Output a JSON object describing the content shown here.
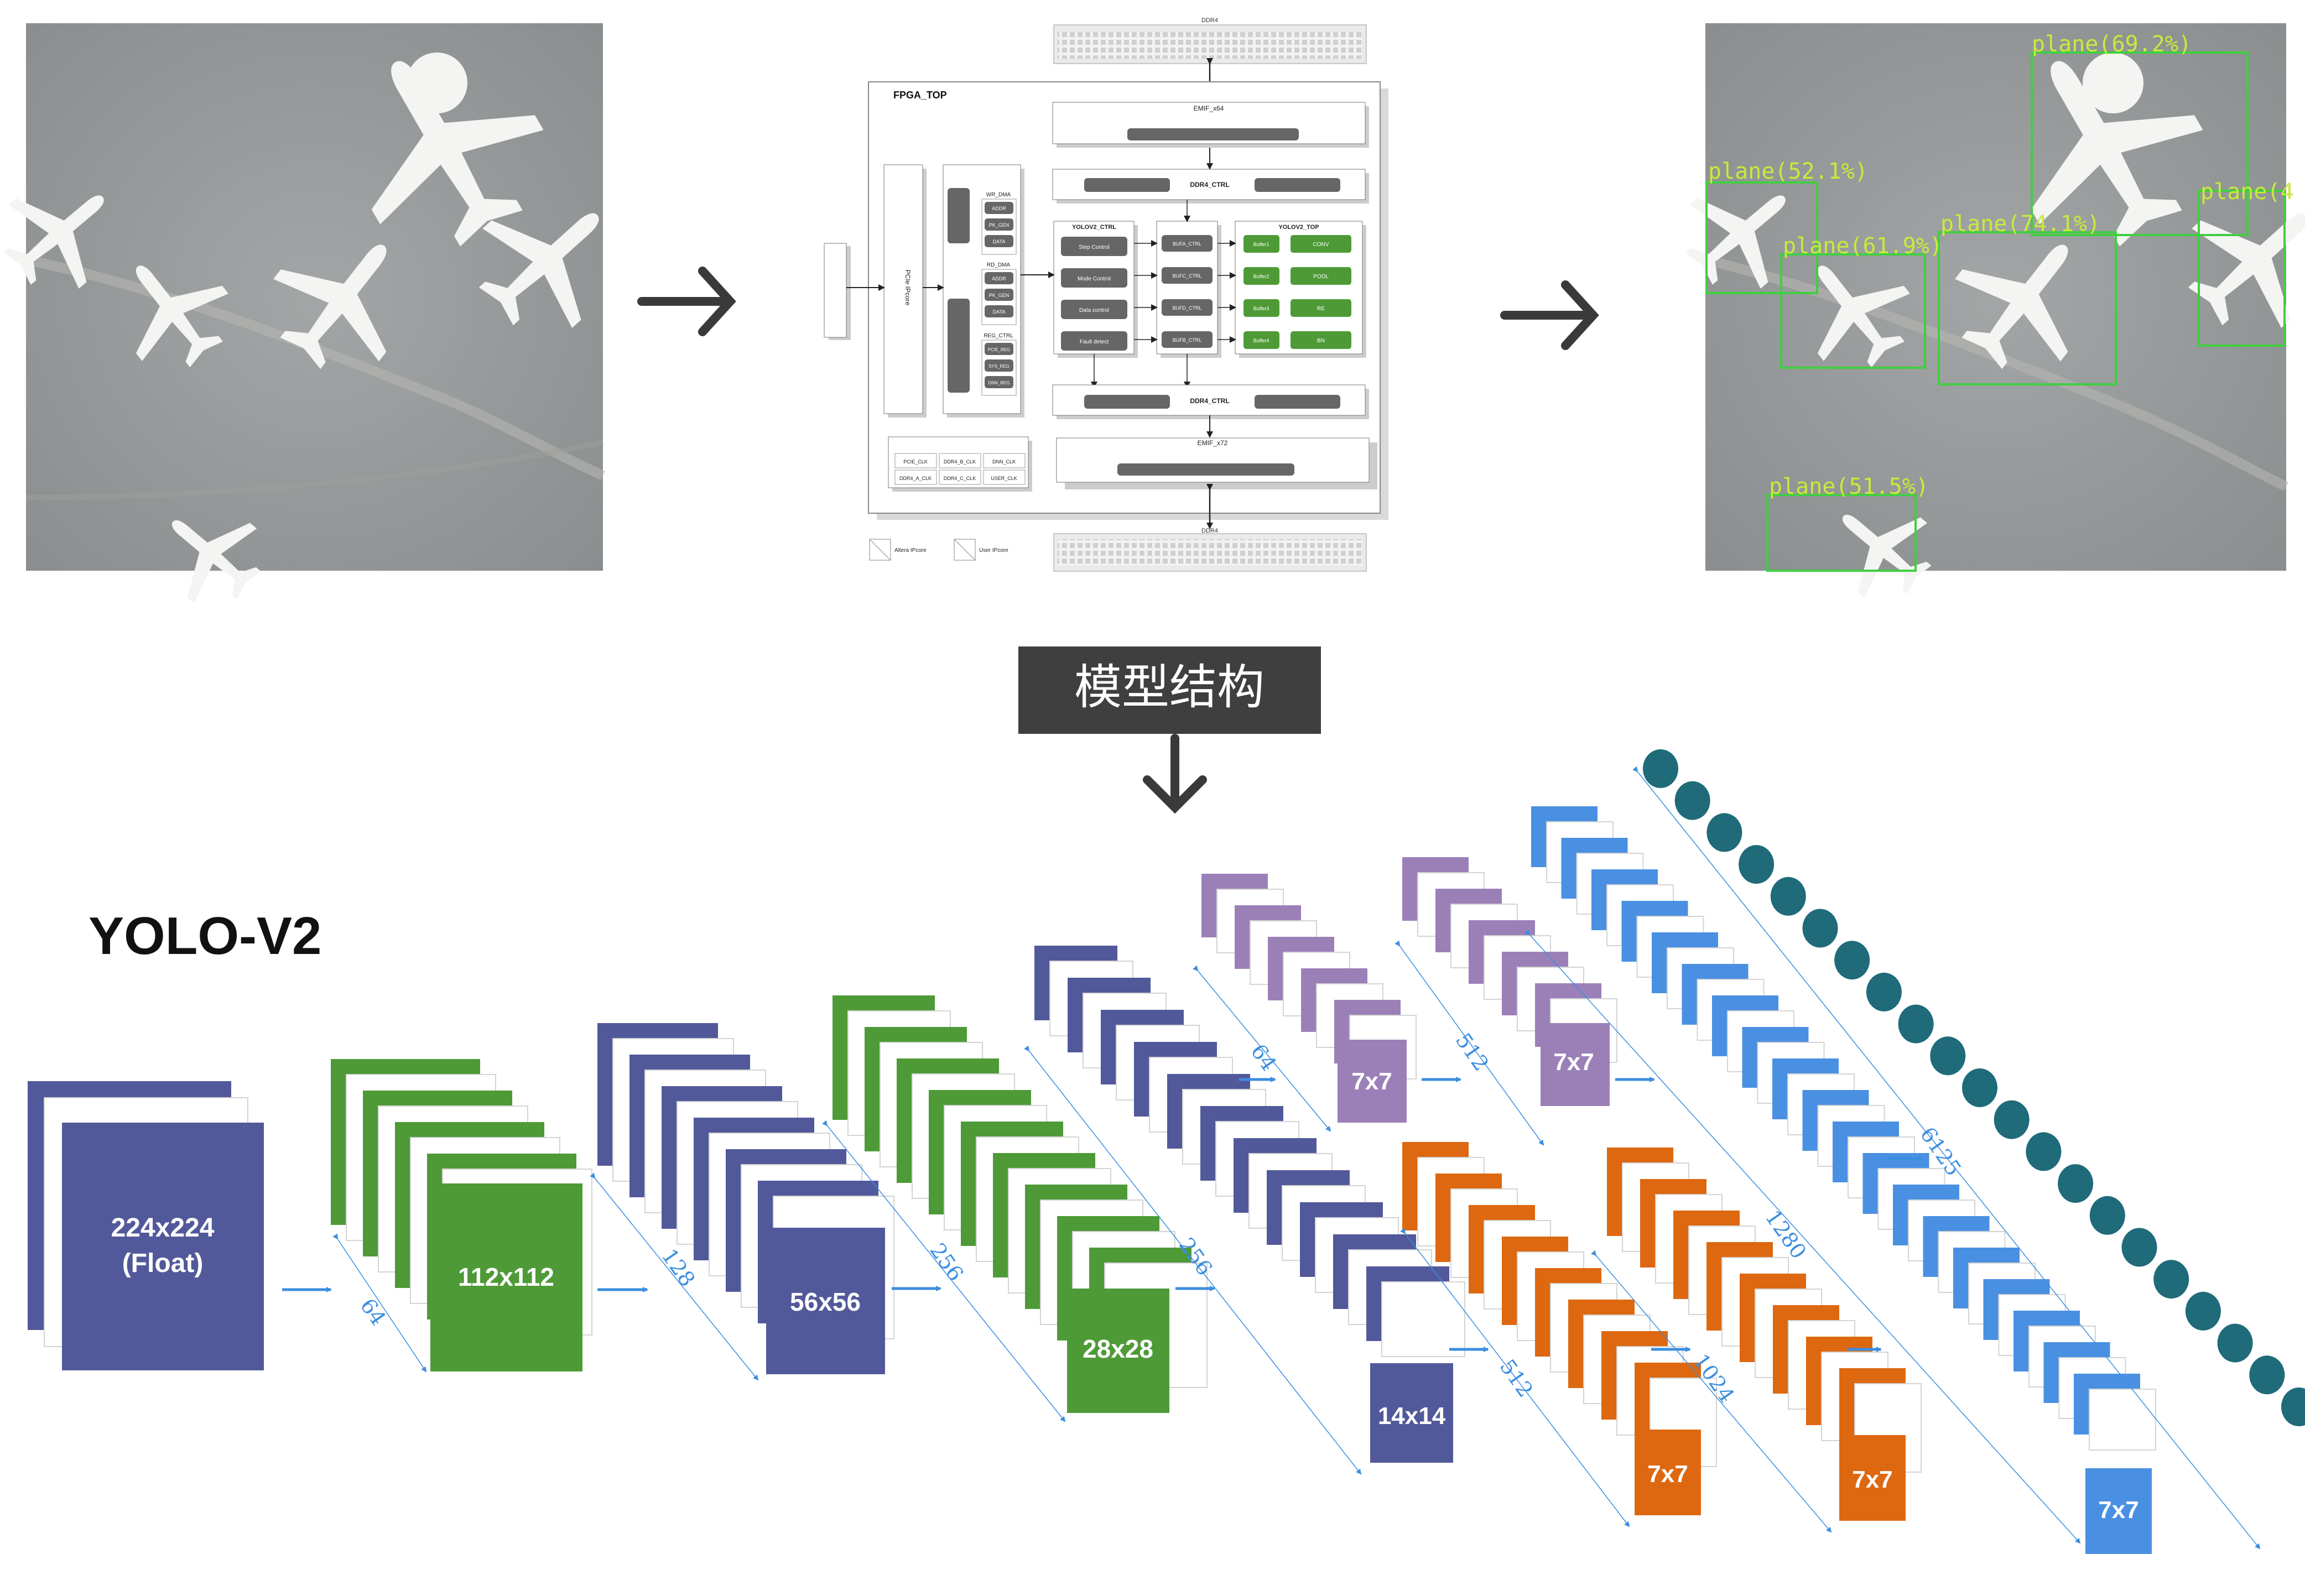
{
  "top_row": {
    "input_image": {
      "description_icon": "aerial-airport-photo"
    },
    "fpga": {
      "top_title": "FPGA_TOP",
      "ddr_top": "DDR4",
      "ddr_bottom": "DDR4",
      "emif_top": "EMIF_x64",
      "emif_bottom": "EMIF_x72",
      "ddr_ctrl_top": "DDR4_CTRL",
      "ddr_ctrl_bottom": "DDR4_CTRL",
      "pcie": "PCIe IPcore",
      "wr_dma": "WR_DMA",
      "rd_dma": "RD_DMA",
      "reg_ctrl": "REG_CTRL",
      "wr_items": [
        "ADDR",
        "PK_GEN",
        "DATA"
      ],
      "rd_items": [
        "ADDR",
        "PK_GEN",
        "DATA"
      ],
      "reg_items": [
        "PCIE_REG",
        "SYS_REG",
        "DNN_REG"
      ],
      "yolo_ctrl": "YOLOV2_CTRL",
      "yolo_ctrl_items": [
        "Step Control",
        "Mode Control",
        "Data control",
        "Fault detect"
      ],
      "buf_ctrls": [
        "BUFA_CTRL",
        "BUFC_CTRL",
        "BUFD_CTRL",
        "BUFB_CTRL"
      ],
      "yolo_top": "YOLOV2_TOP",
      "buffers": [
        "Buffer1",
        "Buffer2",
        "Buffer3",
        "Buffer4"
      ],
      "ops": [
        "CONV",
        "POOL",
        "RE",
        "BN"
      ],
      "clocks": [
        "PCIE_CLK",
        "DDR4_B_CLK",
        "DNN_CLK",
        "DDR4_A_CLK",
        "DDR4_C_CLK",
        "USER_CLK"
      ],
      "legend": [
        "Altera IPcore",
        "User IPcore"
      ]
    },
    "detections": [
      {
        "label": "plane(69.2%)"
      },
      {
        "label": "plane(52.1%)"
      },
      {
        "label": "plane(74.1%)"
      },
      {
        "label": "plane(61.9%)"
      },
      {
        "label": "plane(4"
      },
      {
        "label": "plane(51.5%)"
      }
    ]
  },
  "model_label": "模型结构",
  "network": {
    "title": "YOLO-V2",
    "input": {
      "line1": "224x224",
      "line2": "(Float)"
    },
    "blocks": [
      {
        "size": "112x112",
        "depth": "64"
      },
      {
        "size": "56x56",
        "depth": "128"
      },
      {
        "size": "28x28",
        "depth": "256"
      },
      {
        "size": "14x14",
        "depth": "256"
      },
      {
        "size": "7x7",
        "depth": "64"
      },
      {
        "size": "7x7",
        "depth": "512"
      },
      {
        "size": "7x7",
        "depth": "512"
      },
      {
        "size": "7x7",
        "depth": "1024"
      },
      {
        "size": "7x7",
        "depth": "1280"
      }
    ],
    "output_depth": "6125",
    "colors": {
      "blue": "#52599a",
      "green": "#4e9a37",
      "purple": "#9b80b8",
      "orange": "#dd6810",
      "lightblue": "#4a90e2",
      "teal": "#1f6b7a",
      "arrow": "#3b8ee0",
      "dark": "#404040"
    }
  }
}
